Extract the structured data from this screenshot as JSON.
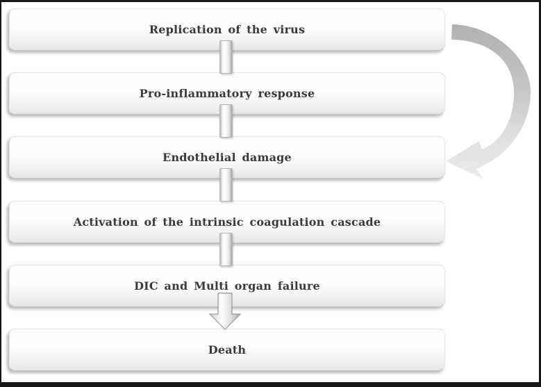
{
  "figure": {
    "type": "flowchart",
    "direction": "top-to-bottom",
    "steps": [
      "Replication of the virus",
      "Pro-inflammatory response",
      "Endothelial damage",
      "Activation of the intrinsic coagulation cascade",
      "DIC and Multi organ failure",
      "Death"
    ],
    "connectors": [
      {
        "from": 1,
        "to": 2,
        "style": "bar"
      },
      {
        "from": 2,
        "to": 3,
        "style": "bar"
      },
      {
        "from": 3,
        "to": 4,
        "style": "bar"
      },
      {
        "from": 4,
        "to": 5,
        "style": "bar"
      },
      {
        "from": 5,
        "to": 6,
        "style": "arrow-down"
      }
    ],
    "feedback_arrow": {
      "from": 1,
      "to": 3,
      "side": "right",
      "direction": "clockwise"
    },
    "colors": {
      "background": "#ffffff",
      "frame_border": "#161616",
      "box_gradient_top": "#ffffff",
      "box_gradient_bottom": "#e6e6e6",
      "text": "#3a3a3a",
      "curved_arrow_dark": "#b0b0b0",
      "curved_arrow_light": "#ededed"
    }
  }
}
